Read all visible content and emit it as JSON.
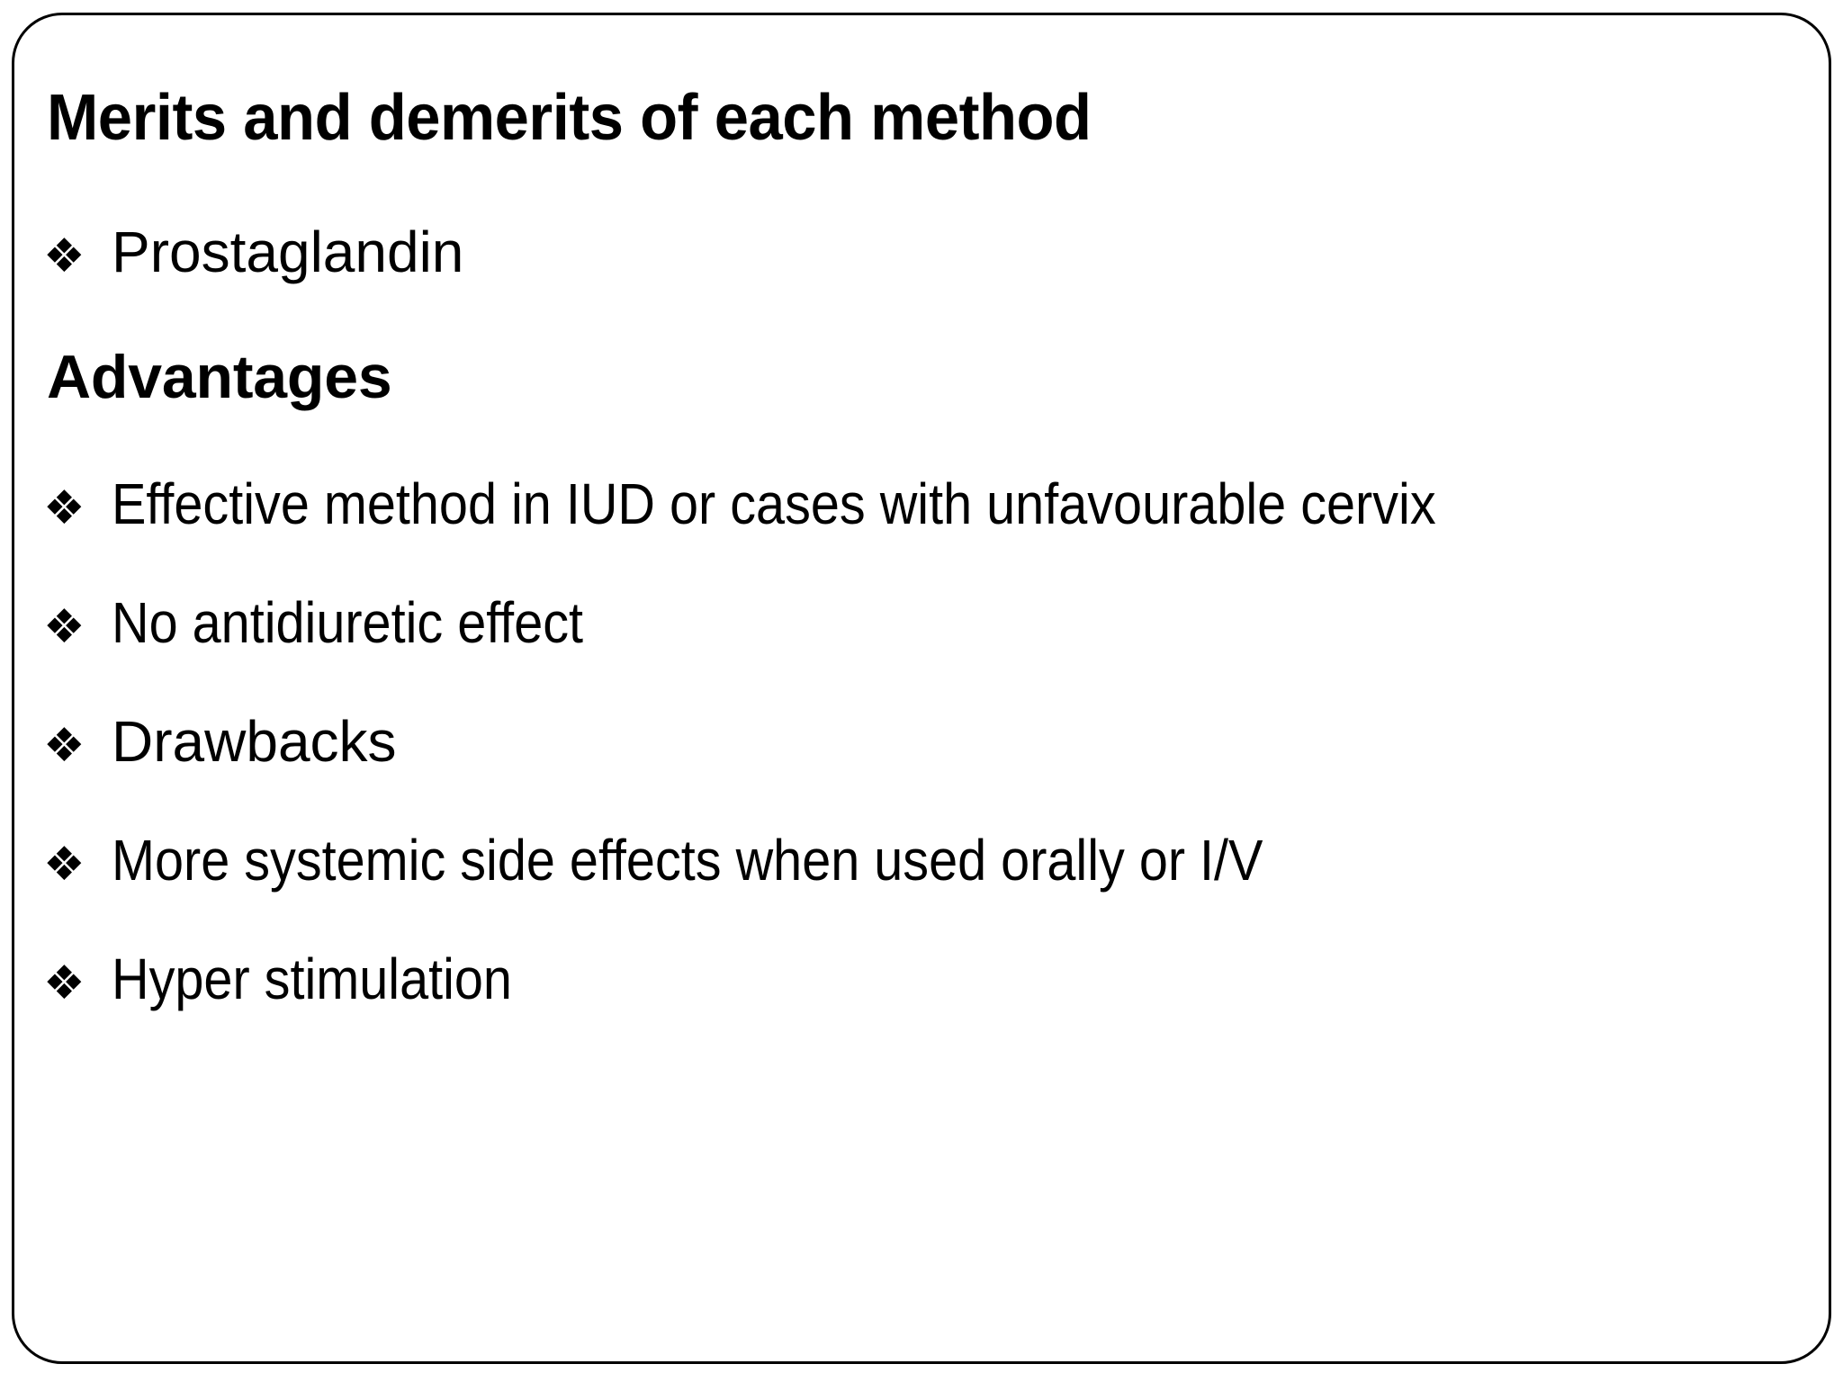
{
  "slide": {
    "title": "Merits and demerits of each method",
    "background_color": "#ffffff",
    "text_color": "#000000",
    "border_color": "#000000",
    "bullet_glyph": "❖",
    "intro_bullet": {
      "marker": "❖",
      "text": "Prostaglandin"
    },
    "section_heading": "Advantages",
    "bullets": [
      {
        "marker": "❖",
        "text": "Effective method in IUD or cases with unfavourable cervix"
      },
      {
        "marker": "❖",
        "text": "No antidiuretic effect"
      },
      {
        "marker": "❖",
        "text": "Drawbacks"
      },
      {
        "marker": "❖",
        "text": "More systemic side effects when used orally or I/V"
      },
      {
        "marker": "❖",
        "text": "Hyper stimulation"
      }
    ]
  }
}
